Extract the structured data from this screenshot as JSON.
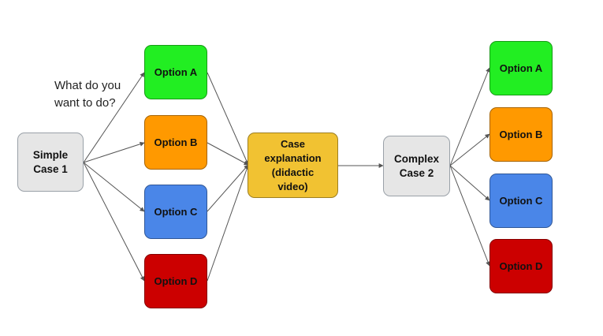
{
  "colors": {
    "option_a": "#22ee22",
    "option_b": "#ff9900",
    "option_c": "#4a86e8",
    "option_d": "#cc0000",
    "explanation": "#f1c232",
    "case": "#e6e6e6",
    "edge": "#555555"
  },
  "question": "What do you\nwant to do?",
  "simple_case": {
    "label": "Simple\nCase 1"
  },
  "first_options": [
    {
      "label": "Option A"
    },
    {
      "label": "Option B"
    },
    {
      "label": "Option C"
    },
    {
      "label": "Option D"
    }
  ],
  "explanation": {
    "label": "Case\nexplanation\n(didactic\nvideo)"
  },
  "complex_case": {
    "label": "Complex\nCase 2"
  },
  "second_options": [
    {
      "label": "Option A"
    },
    {
      "label": "Option B"
    },
    {
      "label": "Option C"
    },
    {
      "label": "Option D"
    }
  ]
}
